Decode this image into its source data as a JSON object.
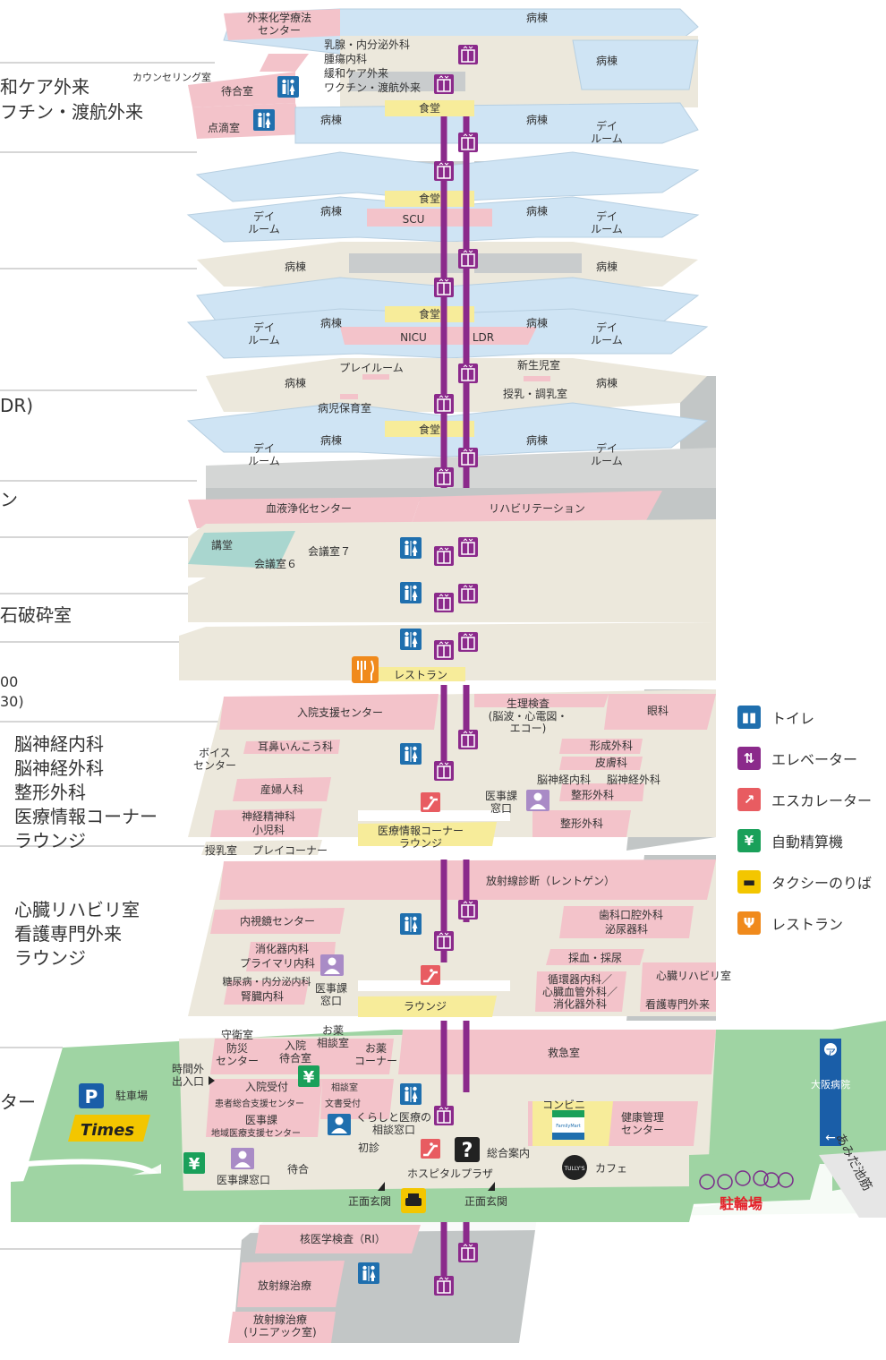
{
  "left_labels": {
    "f_top_a": "和ケア外来",
    "f_top_b": "フチン・渡航外来",
    "f_ldr": "DR)",
    "f_n": "ン",
    "f_seki": "石破砕室",
    "f_00": "00",
    "f_30": "30)",
    "f3": [
      "脳神経内科",
      "脳神経外科",
      "整形外科",
      "医療情報コーナー",
      "ラウンジ"
    ],
    "f2": [
      "心臓リハビリ室",
      "看護専門外来",
      "ラウンジ"
    ],
    "f1": "ター"
  },
  "floors": {
    "top": {
      "gairai_kagaku": "外来化学療法\nセンター",
      "byoto": "病棟",
      "nyusen": "乳腺・内分泌外科",
      "shuyo": "腫瘍内科",
      "kanwa": "緩和ケア外来",
      "wakuchin": "ワクチン・渡航外来",
      "counseling": "カウンセリング室",
      "machiai": "待合室",
      "tenteki": "点滴室",
      "shokudo": "食堂",
      "day_room": "デイ\nルーム"
    },
    "scu": "SCU",
    "nicu": "NICU",
    "ldr": "LDR",
    "play_room": "プレイルーム",
    "shinseiji": "新生児室",
    "junyu": "授乳・調乳室",
    "byoji_hoiku": "病児保育室",
    "ketsueki": "血液浄化センター",
    "rehab": "リハビリテーション",
    "kodo": "講堂",
    "kaigi7": "会議室７",
    "kaigi6": "会議室６",
    "restaurant": "レストラン",
    "f3": {
      "nyuin_shien": "入院支援センター",
      "seiri": "生理検査\n(脳波・心電図・\nエコー)",
      "ganka": "眼科",
      "voice": "ボイス\nセンター",
      "jibi": "耳鼻いんこう科",
      "keisei": "形成外科",
      "hifu": "皮膚科",
      "nou_nai": "脳神経内科",
      "nou_ge": "脳神経外科",
      "sanfu": "産婦人科",
      "iji_madoguchi": "医事課\n窓口",
      "seikei_a": "整形外科",
      "seikei_b": "整形外科",
      "seishin": "神経精神科",
      "shoni": "小児科",
      "joho": "医療情報コーナー\nラウンジ",
      "junyu": "授乳室",
      "play_corner": "プレイコーナー"
    },
    "f2": {
      "hoshasen": "放射線診断（レントゲン）",
      "naishikyo": "内視鏡センター",
      "shika": "歯科口腔外科",
      "hinyo": "泌尿器科",
      "shokaki_nai": "消化器内科",
      "primary": "プライマリ内科",
      "saiketsu": "採血・採尿",
      "tonyo": "糖尿病・内分泌内科",
      "jinzo": "腎臓内科",
      "iji_madoguchi": "医事課\n窓口",
      "junkan": "循環器内科／\n心臓血管外科／\n消化器外科",
      "shinzo_rehab": "心臓リハビリ室",
      "kango": "看護専門外来",
      "lounge": "ラウンジ"
    },
    "f1": {
      "shueishitsu": "守衛室",
      "bosai": "防災\nセンター",
      "nyuin_machiai": "入院\n待合室",
      "okusuri_sodan": "お薬\n相談室",
      "okusuri_corner": "お薬\nコーナー",
      "kyukyu": "救急室",
      "jikangai": "時間外\n出入口",
      "chushajo": "駐車場",
      "times": "Times",
      "nyuin_uketsuke": "入院受付",
      "sodanshitsu": "相談室",
      "bunsho": "文書受付",
      "kanja_sogo": "患者総合支援センター",
      "iji": "医事課",
      "chiiki": "地域医療支援センター",
      "kurashi": "くらしと医療の\n相談窓口",
      "shoshin": "初診",
      "konbini": "コンビニ",
      "familymart": "FamilyMart",
      "kenko": "健康管理\nセンター",
      "sogo_annai": "総合案内",
      "cafe": "カフェ",
      "tullys": "TULLY'S",
      "machiai": "待合",
      "iji_madoguchi": "医事課窓口",
      "plaza": "ホスピタルプラザ",
      "shomen": "正面玄関",
      "churinjo": "駐輪場",
      "osaka": "大阪病院",
      "amida": "あみだ池筋"
    },
    "b1": {
      "kaku": "核医学検査（RI）",
      "hosha_chiryo": "放射線治療",
      "linac": "放射線治療\n(リニアック室)"
    }
  },
  "legend": [
    {
      "label": "トイレ",
      "icon": "restroom-icon",
      "color": "#1f6fae"
    },
    {
      "label": "エレベーター",
      "icon": "elevator-icon",
      "color": "#8b2a8b"
    },
    {
      "label": "エスカレーター",
      "icon": "escalator-icon",
      "color": "#e85c61"
    },
    {
      "label": "自動精算機",
      "icon": "yen-icon",
      "color": "#1aa05a"
    },
    {
      "label": "タクシーのりば",
      "icon": "taxi-icon",
      "color": "#f3c600"
    },
    {
      "label": "レストラン",
      "icon": "restaurant-icon",
      "color": "#f08a1c"
    }
  ],
  "colors": {
    "ward": "#cfe4f4",
    "pink": "#f3c3ca",
    "floor": "#ece8dc",
    "shadow": "#bfc3c3",
    "green": "#9fd4a3",
    "yellow": "#f7ec9a",
    "elevator": "#8b2a8b",
    "teal": "#a9d6cf"
  }
}
